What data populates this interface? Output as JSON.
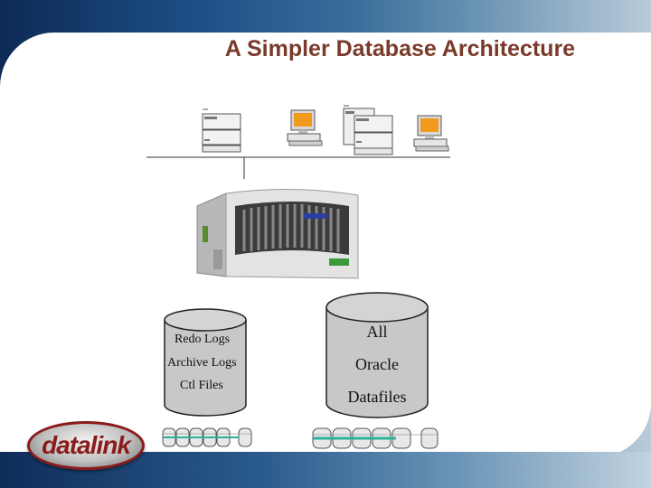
{
  "slide": {
    "title": "A Simpler Database Architecture"
  },
  "left_storage": {
    "lines": [
      "Redo Logs",
      "Archive Logs",
      "Ctl Files"
    ]
  },
  "right_storage": {
    "lines": [
      "All",
      "Oracle",
      "Datafiles"
    ]
  },
  "logo": {
    "text": "datalink"
  },
  "colors": {
    "title": "#7a3a2a",
    "logo_red": "#8b1b1b",
    "cylinder_fill": "#c8c8c8",
    "disk_bar": "#2bb39a"
  }
}
